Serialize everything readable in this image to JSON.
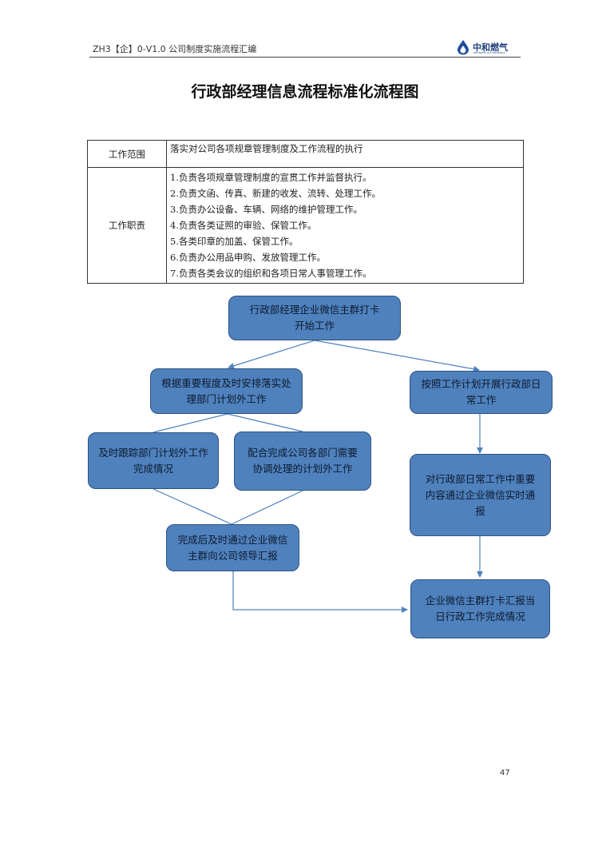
{
  "header": {
    "doc_code": "ZH3【企】0-V1.0 公司制度实施流程汇编",
    "logo_text": "中和燃气",
    "logo_sub": "ZHONGHE GAS HOLDINGS"
  },
  "title": "行政部经理信息流程标准化流程图",
  "table": {
    "scope_label": "工作范围",
    "scope_text": "落实对公司各项规章管理制度及工作流程的执行",
    "duties_label": "工作职责",
    "duties": [
      "1.负责各项规章管理制度的宣贯工作并监督执行。",
      "2.负责文函、传真、新建的收发、流转、处理工作。",
      "3.负责办公设备、车辆、网络的维护管理工作。",
      "4.负责各类证照的审验、保管工作。",
      "5.各类印章的加盖、保管工作。",
      "6.负责办公用品申购、发放管理工作。",
      "7.负责各类会议的组织和各项日常人事管理工作。"
    ]
  },
  "flow": {
    "start": "行政部经理企业微信主群打卡开始工作",
    "plan_outside": "根据重要程度及时安排落实处理部门计划外工作",
    "track": "及时跟踪部门计划外工作完成情况",
    "coordinate": "配合完成公司各部门需要协调处理的计划外工作",
    "report_leader": "完成后及时通过企业微信主群向公司领导汇报",
    "daily_plan": "按照工作计划开展行政部日常工作",
    "realtime_report": "对行政部日常工作中重要内容通过企业微信实时通报",
    "end": "企业微信主群打卡汇报当日行政工作完成情况"
  },
  "colors": {
    "node_fill": "#4f81bd",
    "node_border": "#2c5382",
    "arrow": "#4f81bd"
  },
  "page_number": "47"
}
